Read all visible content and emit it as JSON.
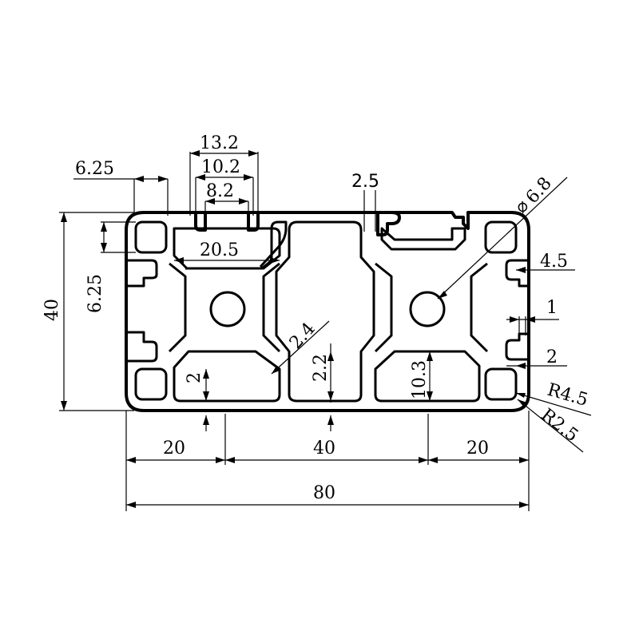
{
  "labels": {
    "w_13_2": "13.2",
    "w_10_2": "10.2",
    "w_8_2": "8.2",
    "w_6_25_top": "6.25",
    "w_2_5": "2.5",
    "dia_6_8": "6.8",
    "dia_symbol": "⌀",
    "w_20_5": "20.5",
    "h_6_25_left": "6.25",
    "h_40": "40",
    "w_4_5": "4.5",
    "w_1": "1",
    "w_2_right": "2",
    "r_4_5": "R4.5",
    "r_2_5": "R2.5",
    "w_2_4": "2.4",
    "h_2_2": "2.2",
    "h_10_3": "10.3",
    "h_2_left": "2",
    "b_20_left": "20",
    "b_40": "40",
    "b_20_right": "20",
    "b_80": "80"
  }
}
